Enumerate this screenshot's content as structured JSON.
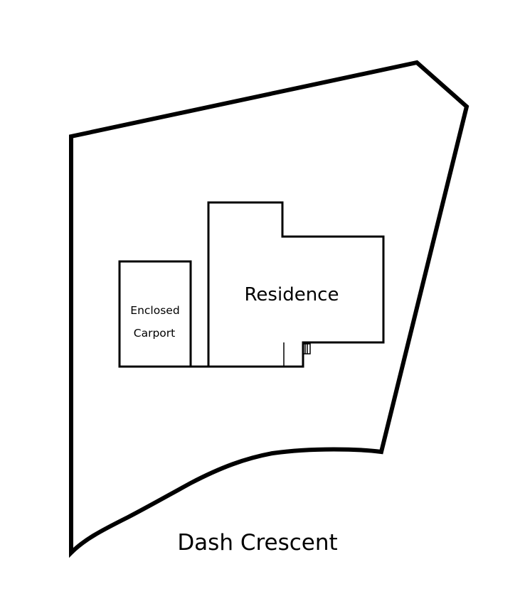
{
  "labels": {
    "residence": "Residence",
    "carport_line1": "Enclosed",
    "carport_line2": "Carport",
    "street": "Dash Crescent"
  },
  "colors": {
    "line": "#000000",
    "background": "#ffffff"
  }
}
